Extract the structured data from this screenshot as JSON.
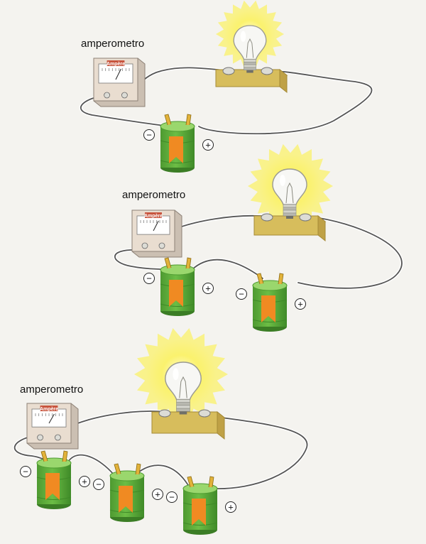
{
  "circuits": [
    {
      "ammeter_label": "amperometro",
      "meter_face_text": "Ampère",
      "batteries": [
        {
          "neg": "−",
          "pos": "+"
        }
      ]
    },
    {
      "ammeter_label": "amperometro",
      "meter_face_text": "Ampère",
      "batteries": [
        {
          "neg": "−",
          "pos": "+"
        },
        {
          "neg": "−",
          "pos": "+"
        }
      ]
    },
    {
      "ammeter_label": "amperometro",
      "meter_face_text": "Ampère",
      "batteries": [
        {
          "neg": "−",
          "pos": "+"
        },
        {
          "neg": "−",
          "pos": "+"
        },
        {
          "neg": "−",
          "pos": "+"
        }
      ]
    }
  ],
  "colors": {
    "battery_green": "#6cbd45",
    "battery_stripe": "#f08a22",
    "lamp_base": "#d7bd5c",
    "glow": "#fbf26a",
    "meter_body": "#e9ddd0",
    "wire": "#555555"
  }
}
